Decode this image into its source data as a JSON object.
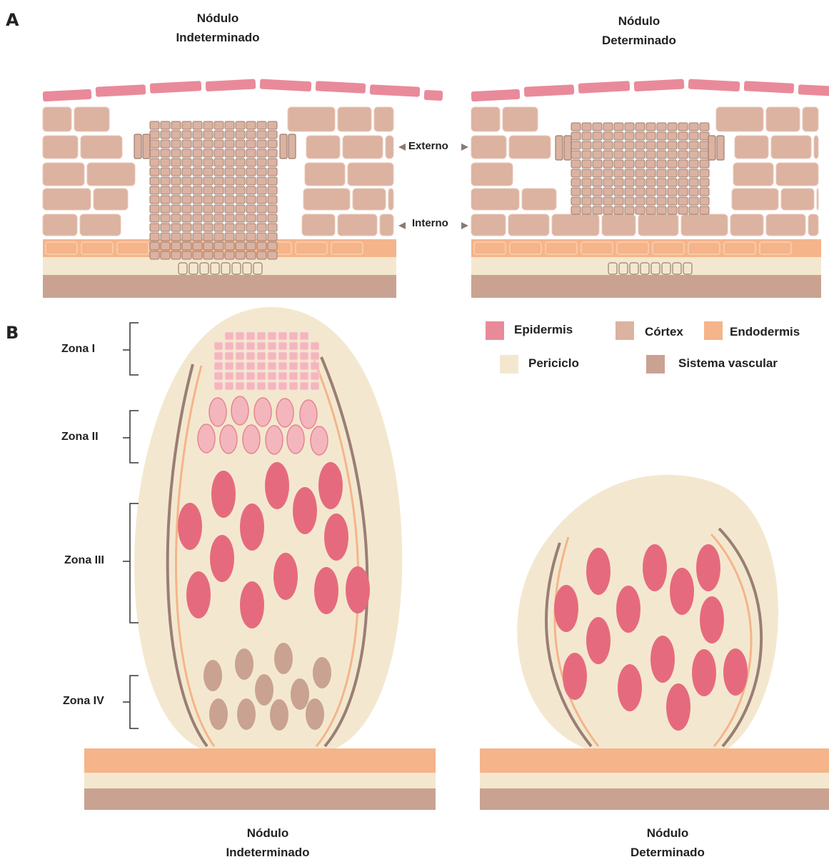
{
  "panels": {
    "a": "A",
    "b": "B"
  },
  "panel_a": {
    "left_title_1": "Nódulo",
    "left_title_2": "Indeterminado",
    "right_title_1": "Nódulo",
    "right_title_2": "Determinado",
    "outer_label": "Externo",
    "inner_label": "Interno"
  },
  "panel_b": {
    "zones": [
      "Zona I",
      "Zona II",
      "Zona III",
      "Zona IV"
    ],
    "left_caption_1": "Nódulo",
    "left_caption_2": "Indeterminado",
    "right_caption_1": "Nódulo",
    "right_caption_2": "Determinado"
  },
  "legend": [
    {
      "label": "Epidermis",
      "color": "#e98a9a"
    },
    {
      "label": "Córtex",
      "color": "#dcb2a0"
    },
    {
      "label": "Endodermis",
      "color": "#f5b48a"
    },
    {
      "label": "Periciclo",
      "color": "#f3e8cf"
    },
    {
      "label": "Sistema vascular",
      "color": "#c9a292"
    }
  ],
  "colors": {
    "epidermis": "#e98a9a",
    "cortex": "#dcb2a0",
    "endodermis": "#f5b48a",
    "pericycle": "#f3e8cf",
    "vascular": "#c9a292",
    "infected_cell": "#e66a7e",
    "young_cell": "#f4b6bd",
    "senescent_cell": "#c9a292",
    "nodule_body": "#f3e8cf"
  }
}
